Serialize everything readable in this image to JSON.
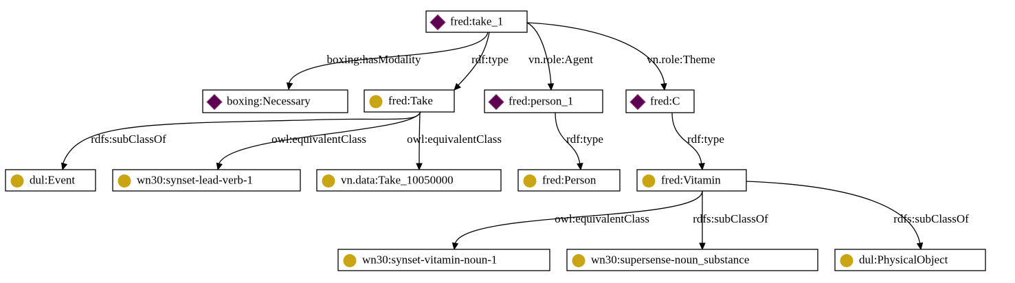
{
  "colors": {
    "class_icon": "#c9a514",
    "instance_icon": "#5e0050"
  },
  "nodes": [
    {
      "id": "take1",
      "label": "fred:take_1",
      "icon": "diamond-icon"
    },
    {
      "id": "necessary",
      "label": "boxing:Necessary",
      "icon": "diamond-icon"
    },
    {
      "id": "take",
      "label": "fred:Take",
      "icon": "circle-icon"
    },
    {
      "id": "person1",
      "label": "fred:person_1",
      "icon": "diamond-icon"
    },
    {
      "id": "c",
      "label": "fred:C",
      "icon": "diamond-icon"
    },
    {
      "id": "event",
      "label": "dul:Event",
      "icon": "circle-icon"
    },
    {
      "id": "leadverb",
      "label": "wn30:synset-lead-verb-1",
      "icon": "circle-icon"
    },
    {
      "id": "take10050000",
      "label": "vn.data:Take_10050000",
      "icon": "circle-icon"
    },
    {
      "id": "person",
      "label": "fred:Person",
      "icon": "circle-icon"
    },
    {
      "id": "vitamin",
      "label": "fred:Vitamin",
      "icon": "circle-icon"
    },
    {
      "id": "vitaminnoun",
      "label": "wn30:synset-vitamin-noun-1",
      "icon": "circle-icon"
    },
    {
      "id": "substance",
      "label": "wn30:supersense-noun_substance",
      "icon": "circle-icon"
    },
    {
      "id": "physobj",
      "label": "dul:PhysicalObject",
      "icon": "circle-icon"
    }
  ],
  "edges": [
    {
      "from": "take1",
      "to": "necessary",
      "label": "boxing:hasModality"
    },
    {
      "from": "take1",
      "to": "take",
      "label": "rdf:type"
    },
    {
      "from": "take1",
      "to": "person1",
      "label": "vn.role:Agent"
    },
    {
      "from": "take1",
      "to": "c",
      "label": "vn.role:Theme"
    },
    {
      "from": "take",
      "to": "event",
      "label": "rdfs:subClassOf"
    },
    {
      "from": "take",
      "to": "leadverb",
      "label": "owl:equivalentClass"
    },
    {
      "from": "take",
      "to": "take10050000",
      "label": "owl:equivalentClass"
    },
    {
      "from": "person1",
      "to": "person",
      "label": "rdf:type"
    },
    {
      "from": "c",
      "to": "vitamin",
      "label": "rdf:type"
    },
    {
      "from": "vitamin",
      "to": "vitaminnoun",
      "label": "owl:equivalentClass"
    },
    {
      "from": "vitamin",
      "to": "substance",
      "label": "rdfs:subClassOf"
    },
    {
      "from": "vitamin",
      "to": "physobj",
      "label": "rdfs:subClassOf"
    }
  ]
}
